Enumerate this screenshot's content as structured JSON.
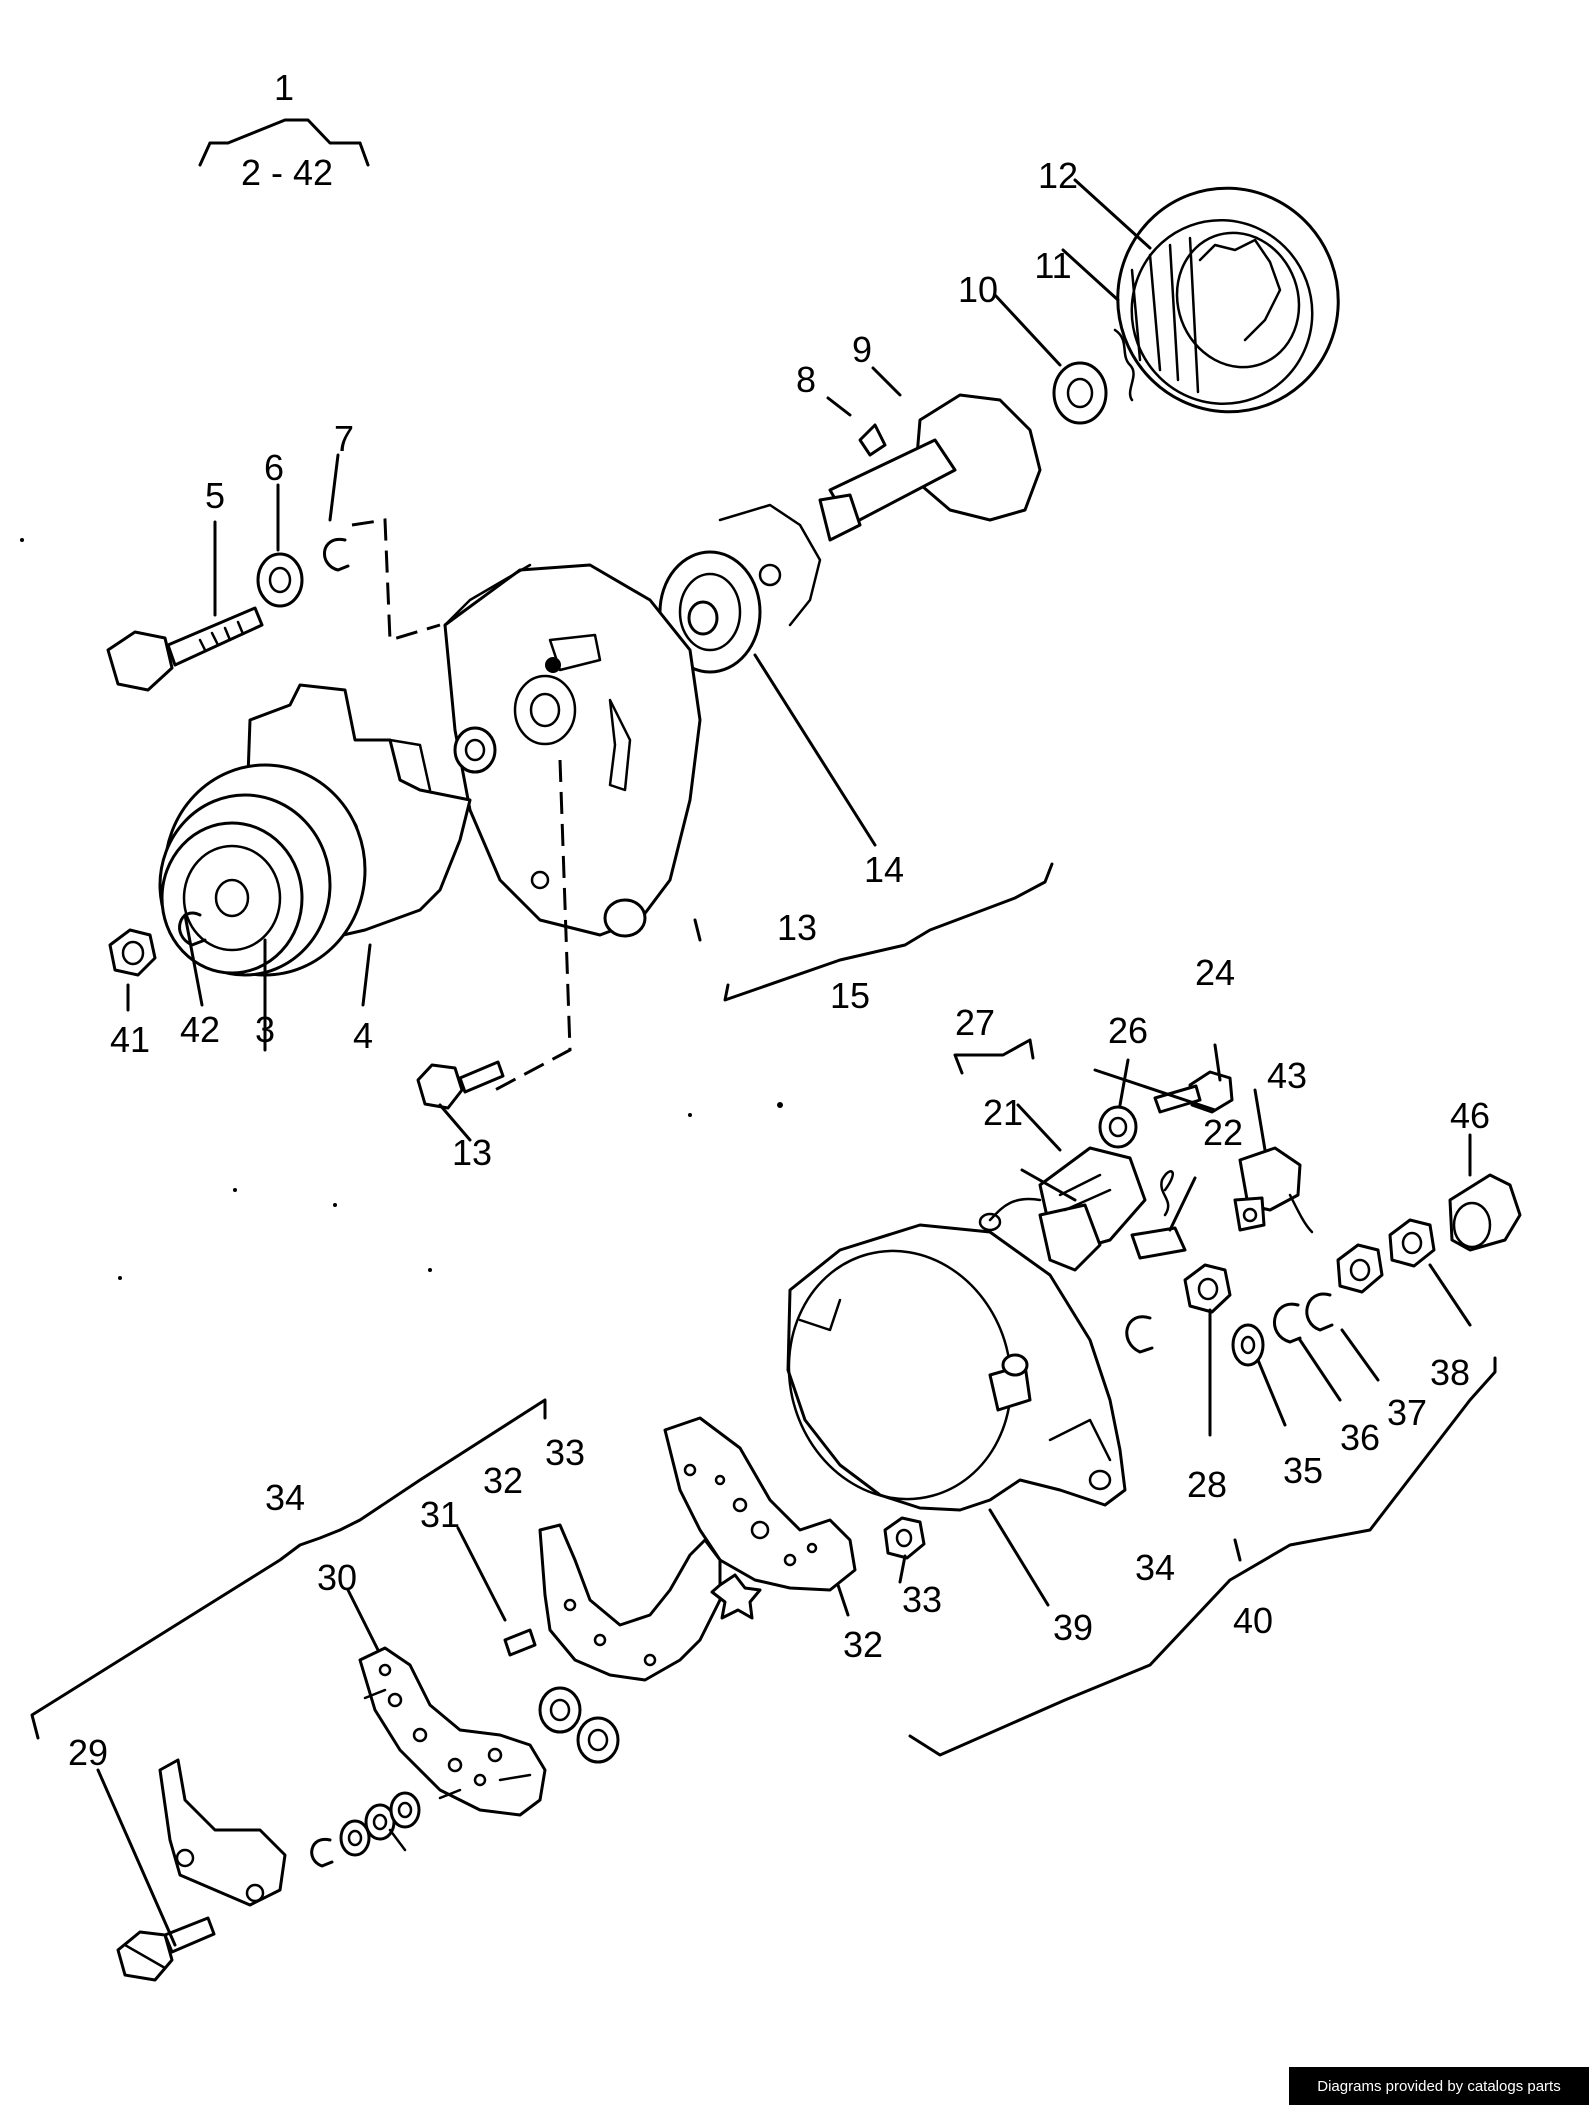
{
  "header": {
    "assembly_number": "1",
    "assembly_range": "2 - 42"
  },
  "callouts": {
    "c3": "3",
    "c4": "4",
    "c5": "5",
    "c6": "6",
    "c7": "7",
    "c8": "8",
    "c9": "9",
    "c10": "10",
    "c11": "11",
    "c12": "12",
    "c13a": "13",
    "c13b": "13",
    "c14": "14",
    "c15": "15",
    "c21": "21",
    "c22": "22",
    "c24": "24",
    "c26": "26",
    "c27": "27",
    "c28": "28",
    "c29": "29",
    "c30": "30",
    "c31": "31",
    "c32a": "32",
    "c32b": "32",
    "c33a": "33",
    "c33b": "33",
    "c34a": "34",
    "c34b": "34",
    "c35": "35",
    "c36": "36",
    "c37": "37",
    "c38": "38",
    "c39": "39",
    "c40": "40",
    "c41": "41",
    "c42": "42",
    "c43": "43",
    "c46": "46"
  },
  "footer": {
    "credit": "Diagrams provided by catalogs parts"
  }
}
